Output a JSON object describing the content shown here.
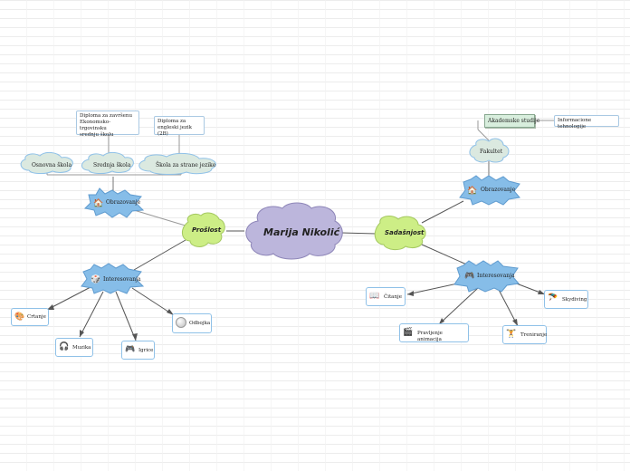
{
  "central": {
    "title": "Marija Nikolić"
  },
  "past": {
    "label": "Prošlost",
    "education": {
      "label": "Obrazovanje",
      "schools": [
        {
          "label": "Osnovna škola"
        },
        {
          "label": "Srednja škola",
          "note": [
            "Diploma za završenu",
            "Ekonomsko-trgovinsku",
            "srednju školu"
          ]
        },
        {
          "label": "Škola za strane jezike",
          "note": [
            "Diploma za",
            "engleski jezik (2B)"
          ]
        }
      ]
    },
    "interests": {
      "label": "Interesovanja",
      "items": [
        {
          "label": "Crtanje",
          "icon": "palette-icon"
        },
        {
          "label": "Muzika",
          "icon": "headphones-icon"
        },
        {
          "label": "Igrice",
          "icon": "gamepad-icon"
        },
        {
          "label": "Odbojka",
          "icon": "volleyball-icon"
        }
      ]
    }
  },
  "present": {
    "label": "Sadašnjost",
    "education": {
      "label": "Obrazovanje",
      "faculty": {
        "label": "Fakultet"
      },
      "studies": {
        "label": "Akademske studije"
      },
      "field": {
        "label": "Informacione tehnologije"
      }
    },
    "interests": {
      "label": "Interesovanja",
      "items": [
        {
          "label": "Čitanje",
          "icon": "book-icon"
        },
        {
          "label": "Pravljenje animacija",
          "icon": "clapperboard-icon"
        },
        {
          "label": "Treniranje",
          "icon": "workout-icon"
        },
        {
          "label": "Skydiving",
          "icon": "parachute-icon"
        }
      ]
    }
  },
  "colors": {
    "central": "#bcb6dc",
    "branch": "#cdee86",
    "topic": "#86bde8",
    "cloud": "#dbe9e0",
    "leaf_border": "#8fc1e8"
  }
}
